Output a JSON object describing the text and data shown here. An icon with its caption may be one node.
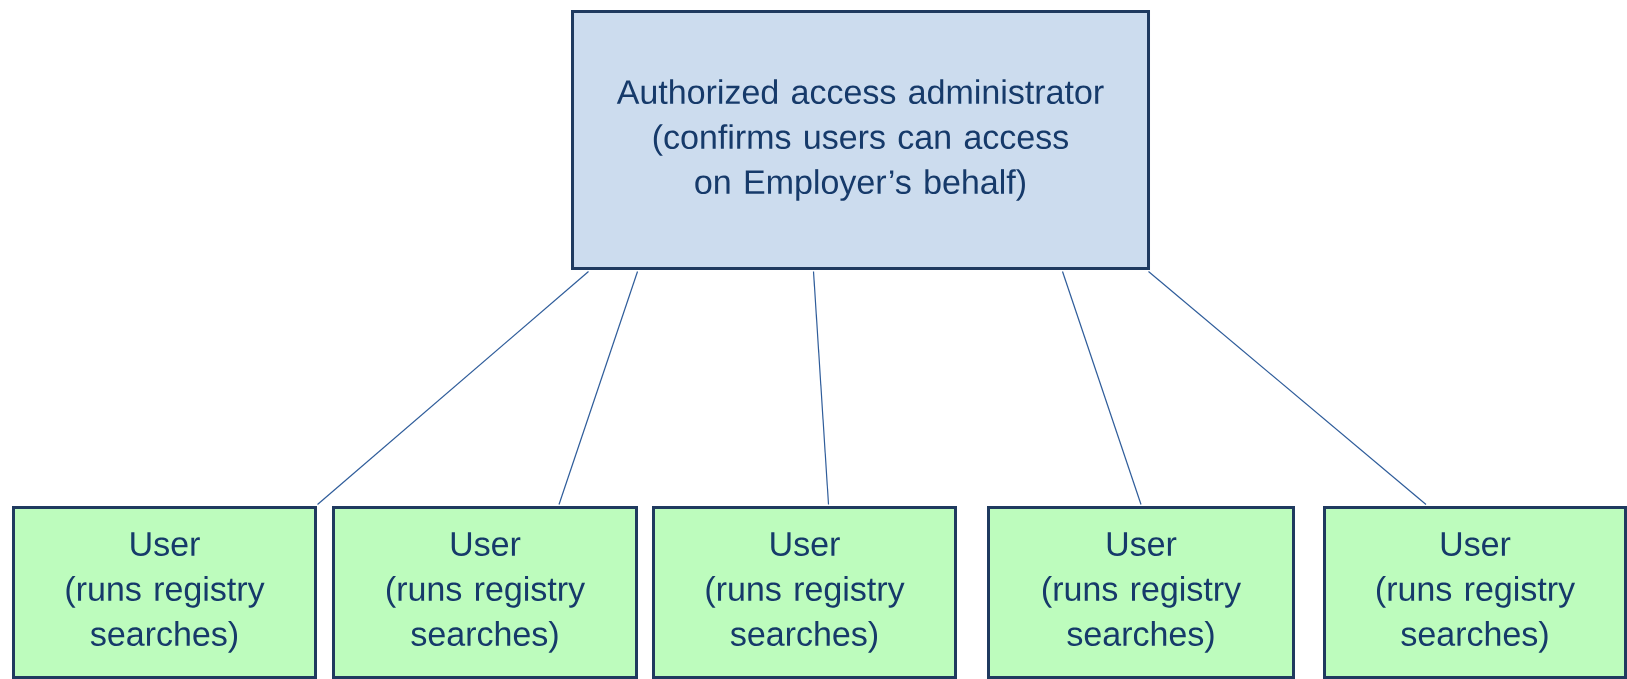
{
  "diagram": {
    "nodes": [
      {
        "text": [
          "Authorized access administrator",
          "(confirms users can access on Employer’s behalf)"
        ]
      },
      {
        "text": [
          "User",
          "(runs registry searches)"
        ]
      },
      {
        "text": [
          "User",
          "(runs registry searches)"
        ]
      },
      {
        "text": [
          "User",
          "(runs registry searches)"
        ]
      },
      {
        "text": [
          "User",
          "(runs registry searches)"
        ]
      },
      {
        "text": [
          "User",
          "(runs registry searches)"
        ]
      }
    ],
    "edges": [
      {
        "from": 0,
        "to": 1,
        "arrow": "none"
      },
      {
        "from": 0,
        "to": 2,
        "arrow": "none"
      },
      {
        "from": 0,
        "to": 3,
        "arrow": "none"
      },
      {
        "from": 0,
        "to": 4,
        "arrow": "none"
      },
      {
        "from": 0,
        "to": 5,
        "arrow": "none"
      }
    ]
  }
}
